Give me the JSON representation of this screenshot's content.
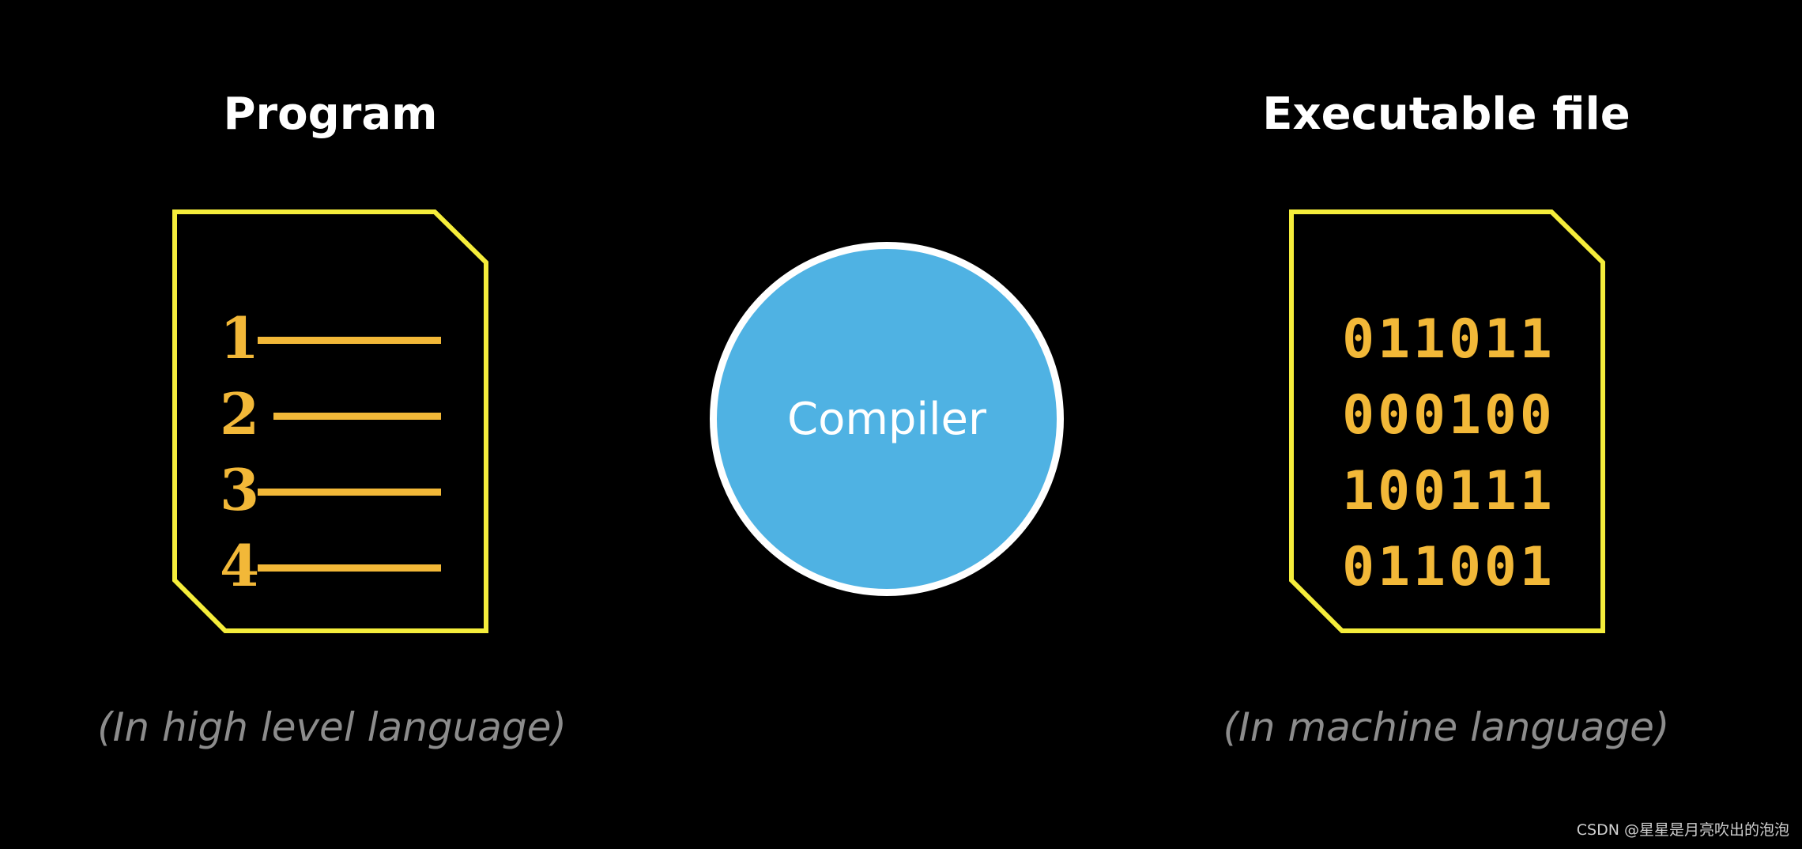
{
  "program": {
    "title": "Program",
    "line_numbers": [
      "1",
      "2",
      "3",
      "4"
    ],
    "caption": "(In high level language)"
  },
  "compiler": {
    "label": "Compiler"
  },
  "executable": {
    "title": "Executable file",
    "binary_lines": [
      "011011",
      "000100",
      "100111",
      "011001"
    ],
    "caption": "(In machine language)"
  },
  "watermark": "CSDN @星星是月亮吹出的泡泡",
  "colors": {
    "background": "#000000",
    "document_border": "#f5ed3b",
    "code_gold": "#f2b838",
    "compiler_fill": "#4fb2e3",
    "compiler_border": "#ffffff",
    "caption_gray": "#8c8c8c"
  }
}
